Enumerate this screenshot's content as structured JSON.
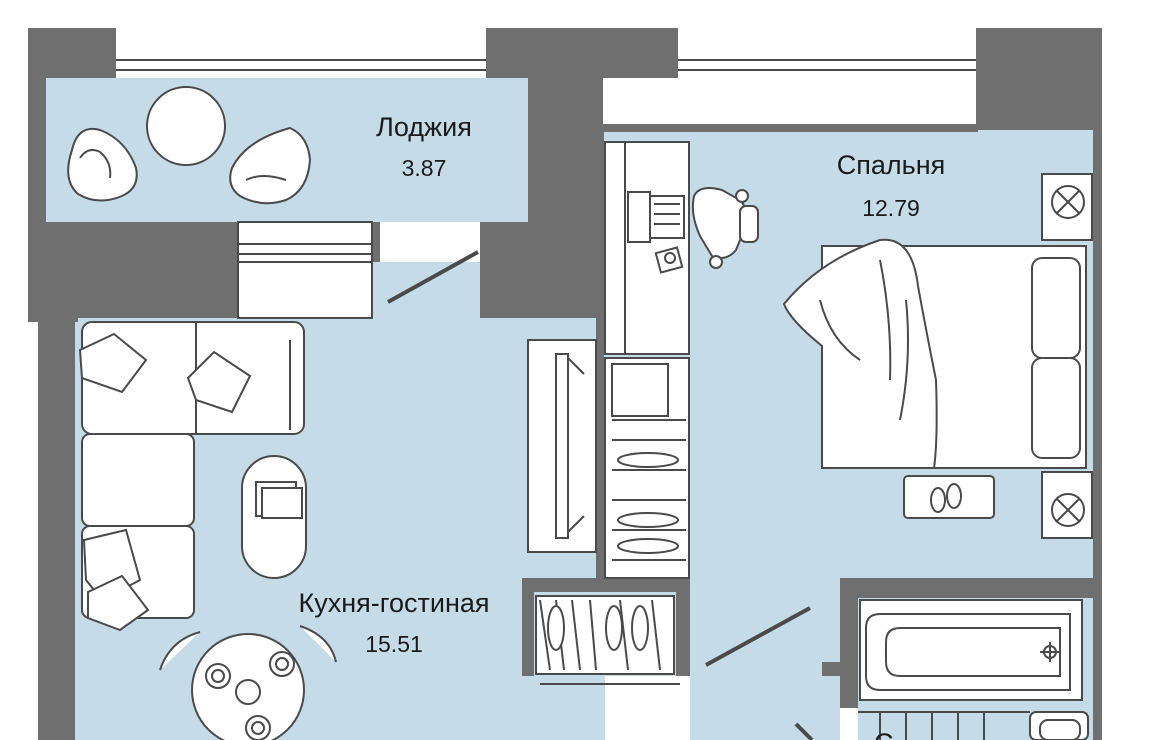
{
  "rooms": [
    {
      "id": "loggia",
      "name": "Лоджия",
      "area": "3.87"
    },
    {
      "id": "bedroom",
      "name": "Спальня",
      "area": "12.79"
    },
    {
      "id": "kitchen-living",
      "name": "Кухня-гостиная",
      "area": "15.51"
    },
    {
      "id": "bathroom",
      "name": "С",
      "area": ""
    }
  ],
  "colors": {
    "wall": "#6f6f6f",
    "floor": "#c6dbe8",
    "line": "#4a4a4a",
    "furniture": "#ffffff"
  },
  "icons": [
    "armchair-icon",
    "round-table-icon",
    "desk-icon",
    "laptop-icon",
    "office-chair-icon",
    "bed-icon",
    "pillow-icon",
    "slippers-icon",
    "air-conditioner-icon",
    "sofa-icon",
    "coffee-table-icon",
    "dining-table-icon",
    "wardrobe-icon",
    "hanger-icon",
    "tv-icon",
    "bathtub-icon",
    "sink-icon"
  ]
}
